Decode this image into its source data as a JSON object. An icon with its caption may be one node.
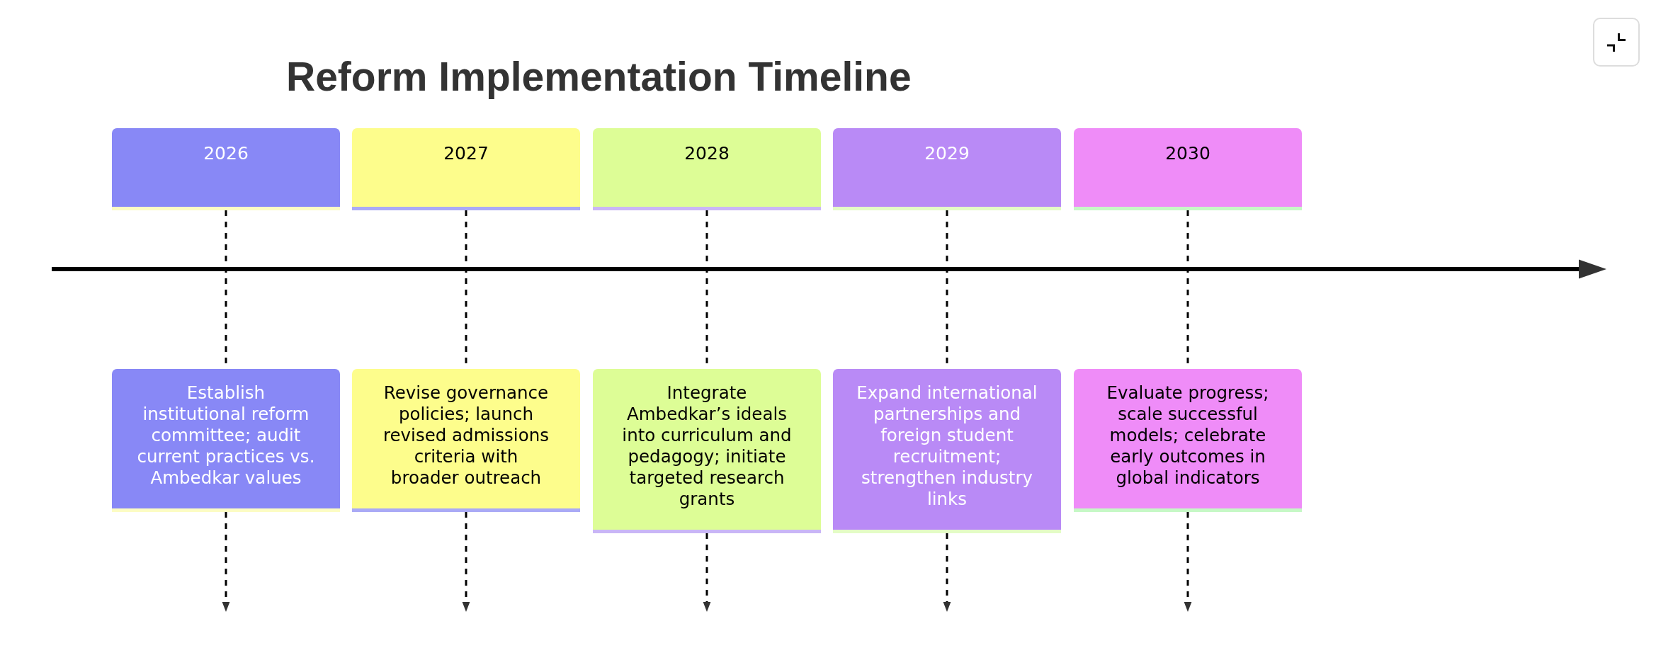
{
  "diagram": {
    "title": "Reform Implementation Timeline",
    "nodes": [
      {
        "text": [
          "2026"
        ]
      },
      {
        "text": [
          "2027"
        ]
      },
      {
        "text": [
          "2028"
        ]
      },
      {
        "text": [
          "2029"
        ]
      },
      {
        "text": [
          "2030"
        ]
      },
      {
        "text": [
          "Establish institutional reform committee; audit current practices vs. Ambedkar values"
        ]
      },
      {
        "text": [
          "Revise governance policies; launch revised admissions criteria with broader outreach"
        ]
      },
      {
        "text": [
          "Integrate Ambedkar’s ideals into curriculum and pedagogy; initiate targeted research grants"
        ]
      },
      {
        "text": [
          "Expand international partnerships and foreign student recruitment; strengthen industry links"
        ]
      },
      {
        "text": [
          "Evaluate progress; scale successful models; celebrate early outcomes in global indicators"
        ]
      }
    ],
    "edges": [
      {
        "from": 0,
        "to": 5,
        "arrow": "none",
        "style": "dashed"
      },
      {
        "from": 5,
        "to": null,
        "arrow": "to",
        "style": "dashed"
      },
      {
        "from": 1,
        "to": 6,
        "arrow": "none",
        "style": "dashed"
      },
      {
        "from": 6,
        "to": null,
        "arrow": "to",
        "style": "dashed"
      },
      {
        "from": 2,
        "to": 7,
        "arrow": "none",
        "style": "dashed"
      },
      {
        "from": 7,
        "to": null,
        "arrow": "to",
        "style": "dashed"
      },
      {
        "from": 3,
        "to": 8,
        "arrow": "none",
        "style": "dashed"
      },
      {
        "from": 8,
        "to": null,
        "arrow": "to",
        "style": "dashed"
      },
      {
        "from": 4,
        "to": 9,
        "arrow": "none",
        "style": "dashed"
      },
      {
        "from": 9,
        "to": null,
        "arrow": "to",
        "style": "dashed"
      }
    ]
  }
}
